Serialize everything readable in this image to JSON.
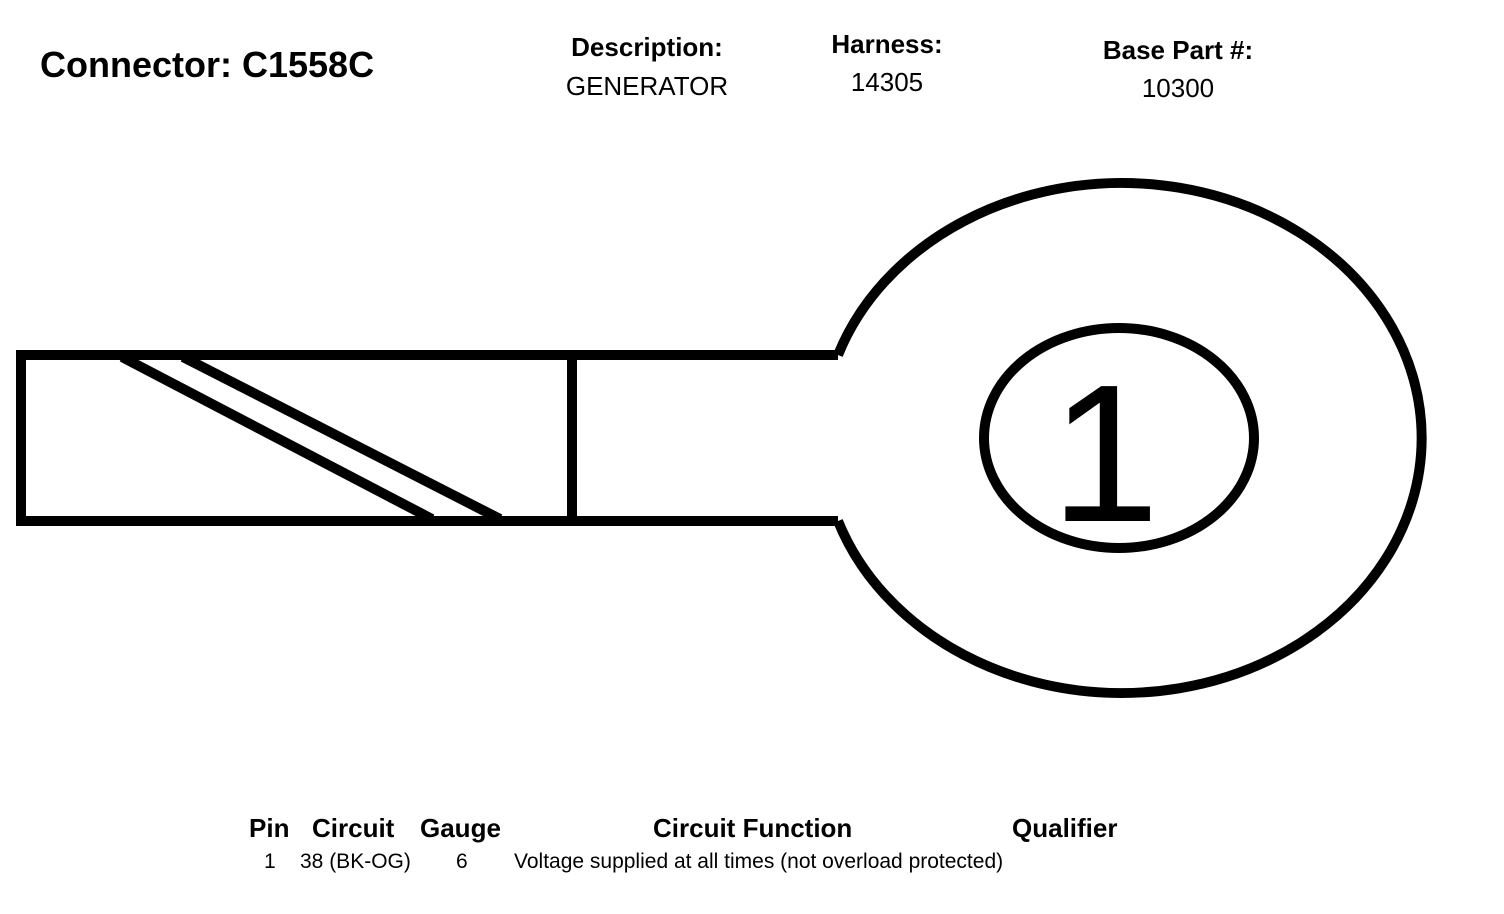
{
  "header": {
    "connector_title": "Connector: C1558C",
    "description_label": "Description:",
    "description_value": "GENERATOR",
    "harness_label": "Harness:",
    "harness_value": "14305",
    "base_part_label": "Base Part #:",
    "base_part_value": "10300"
  },
  "diagram": {
    "pin_label": "1",
    "line_color": "#000000",
    "background": "#ffffff"
  },
  "table": {
    "columns": {
      "pin": "Pin",
      "circuit": "Circuit",
      "gauge": "Gauge",
      "circuit_function": "Circuit Function",
      "qualifier": "Qualifier"
    },
    "rows": [
      {
        "pin": "1",
        "circuit": "38 (BK-OG)",
        "gauge": "6",
        "circuit_function": "Voltage supplied at all times (not overload protected)",
        "qualifier": ""
      }
    ]
  }
}
